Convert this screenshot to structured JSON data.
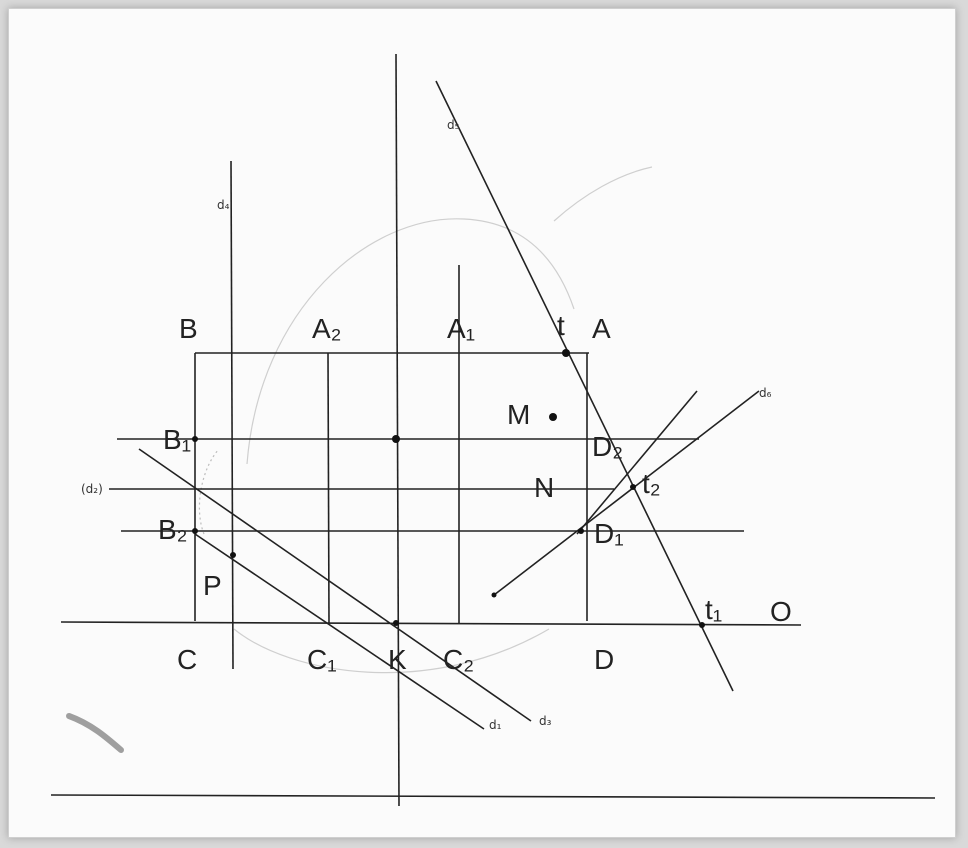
{
  "labels": {
    "B": "B",
    "A2": "A₂",
    "A1": "A₁",
    "t": "t",
    "A": "A",
    "M": "M",
    "B1": "B₁",
    "D2": "D₂",
    "d2": "(d₂)",
    "N": "N",
    "t2": "t₂",
    "B2": "B₂",
    "D1": "D₁",
    "P": "P",
    "C": "C",
    "C1": "C₁",
    "K": "K",
    "C2": "C₂",
    "D": "D",
    "t1": "t₁",
    "O": "O",
    "d1": "d₁",
    "d3": "d₃",
    "d4": "d₄",
    "d5": "d₅",
    "d6": "d₆"
  }
}
